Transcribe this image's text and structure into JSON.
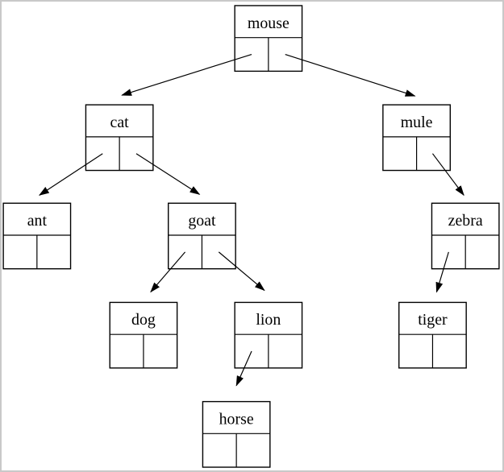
{
  "page": {
    "background": "#ffffff",
    "border_color": "#c9c9c9"
  },
  "diagram": {
    "type": "binary-tree",
    "line_color": "#000000",
    "text_color": "#000000",
    "nodes": [
      {
        "id": "mouse",
        "label": "mouse",
        "left_child": "cat",
        "right_child": "mule"
      },
      {
        "id": "cat",
        "label": "cat",
        "left_child": "ant",
        "right_child": "goat"
      },
      {
        "id": "mule",
        "label": "mule",
        "left_child": null,
        "right_child": "zebra"
      },
      {
        "id": "ant",
        "label": "ant",
        "left_child": null,
        "right_child": null
      },
      {
        "id": "goat",
        "label": "goat",
        "left_child": "dog",
        "right_child": "lion"
      },
      {
        "id": "zebra",
        "label": "zebra",
        "left_child": "tiger",
        "right_child": null
      },
      {
        "id": "dog",
        "label": "dog",
        "left_child": null,
        "right_child": null
      },
      {
        "id": "lion",
        "label": "lion",
        "left_child": "horse",
        "right_child": null
      },
      {
        "id": "tiger",
        "label": "tiger",
        "left_child": null,
        "right_child": null
      },
      {
        "id": "horse",
        "label": "horse",
        "left_child": null,
        "right_child": null
      }
    ],
    "edges": [
      {
        "from": "mouse",
        "from_cell": "left",
        "to": "cat"
      },
      {
        "from": "mouse",
        "from_cell": "right",
        "to": "mule"
      },
      {
        "from": "cat",
        "from_cell": "left",
        "to": "ant"
      },
      {
        "from": "cat",
        "from_cell": "right",
        "to": "goat"
      },
      {
        "from": "mule",
        "from_cell": "right",
        "to": "zebra"
      },
      {
        "from": "goat",
        "from_cell": "left",
        "to": "dog"
      },
      {
        "from": "goat",
        "from_cell": "right",
        "to": "lion"
      },
      {
        "from": "zebra",
        "from_cell": "left",
        "to": "tiger"
      },
      {
        "from": "lion",
        "from_cell": "left",
        "to": "horse"
      }
    ]
  }
}
